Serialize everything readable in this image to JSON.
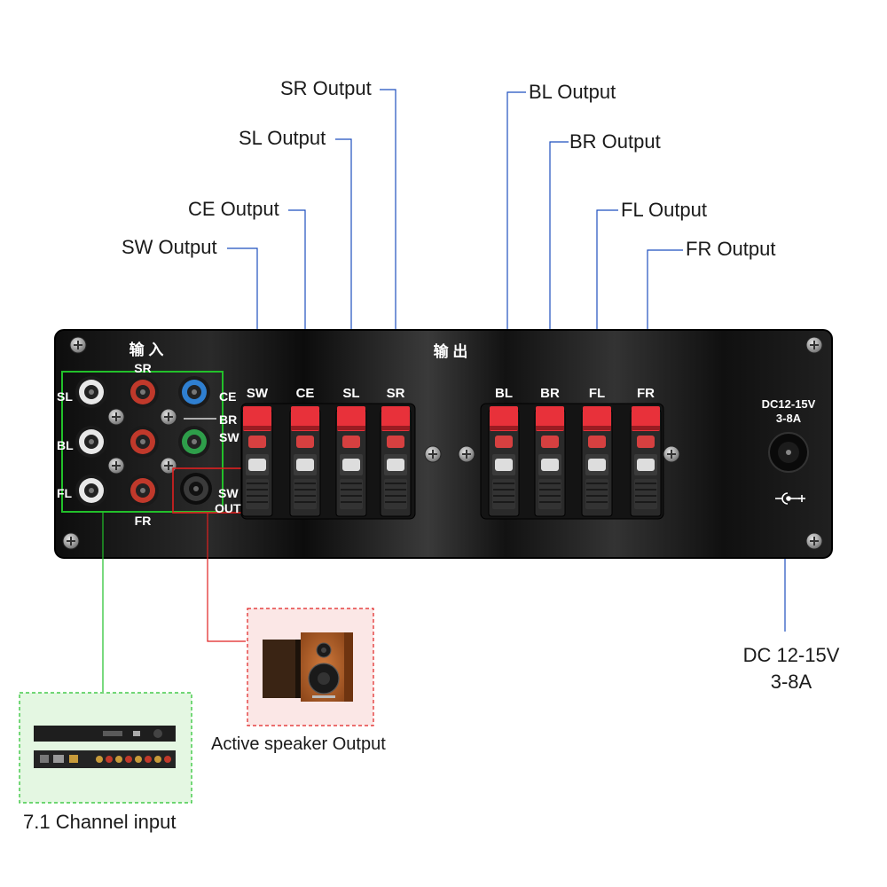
{
  "callouts": {
    "sr_output": "SR Output",
    "sl_output": "SL Output",
    "ce_output": "CE Output",
    "sw_output": "SW Output",
    "bl_output": "BL Output",
    "br_output": "BR Output",
    "fl_output": "FL Output",
    "fr_output": "FR Output"
  },
  "panel": {
    "input_heading": "输 入",
    "output_heading": "输 出",
    "rca_labels": {
      "sr": "SR",
      "sl": "SL",
      "ce": "CE",
      "br": "BR",
      "bl": "BL",
      "sw": "SW",
      "fl": "FL",
      "fr": "FR",
      "sw_out_top": "SW",
      "sw_out_bottom": "OUT"
    },
    "terminal_labels": [
      "SW",
      "CE",
      "SL",
      "SR",
      "BL",
      "BR",
      "FL",
      "FR"
    ],
    "power_label_line1": "DC12-15V",
    "power_label_line2": "3-8A"
  },
  "power": {
    "line1": "DC 12-15V",
    "line2": "3-8A"
  },
  "speaker_caption": "Active speaker Output",
  "input_caption": "7.1 Channel input",
  "colors": {
    "panel": "#121212",
    "terminal_tab": "#e8313a",
    "input_box": "#22c02a",
    "sw_out_box": "#e02020",
    "callout_line": "#1f4fbf",
    "jack_white": "#e8e8e8",
    "jack_red": "#c0392b",
    "jack_blue": "#2f7fd0",
    "jack_green": "#2e9e4a"
  }
}
